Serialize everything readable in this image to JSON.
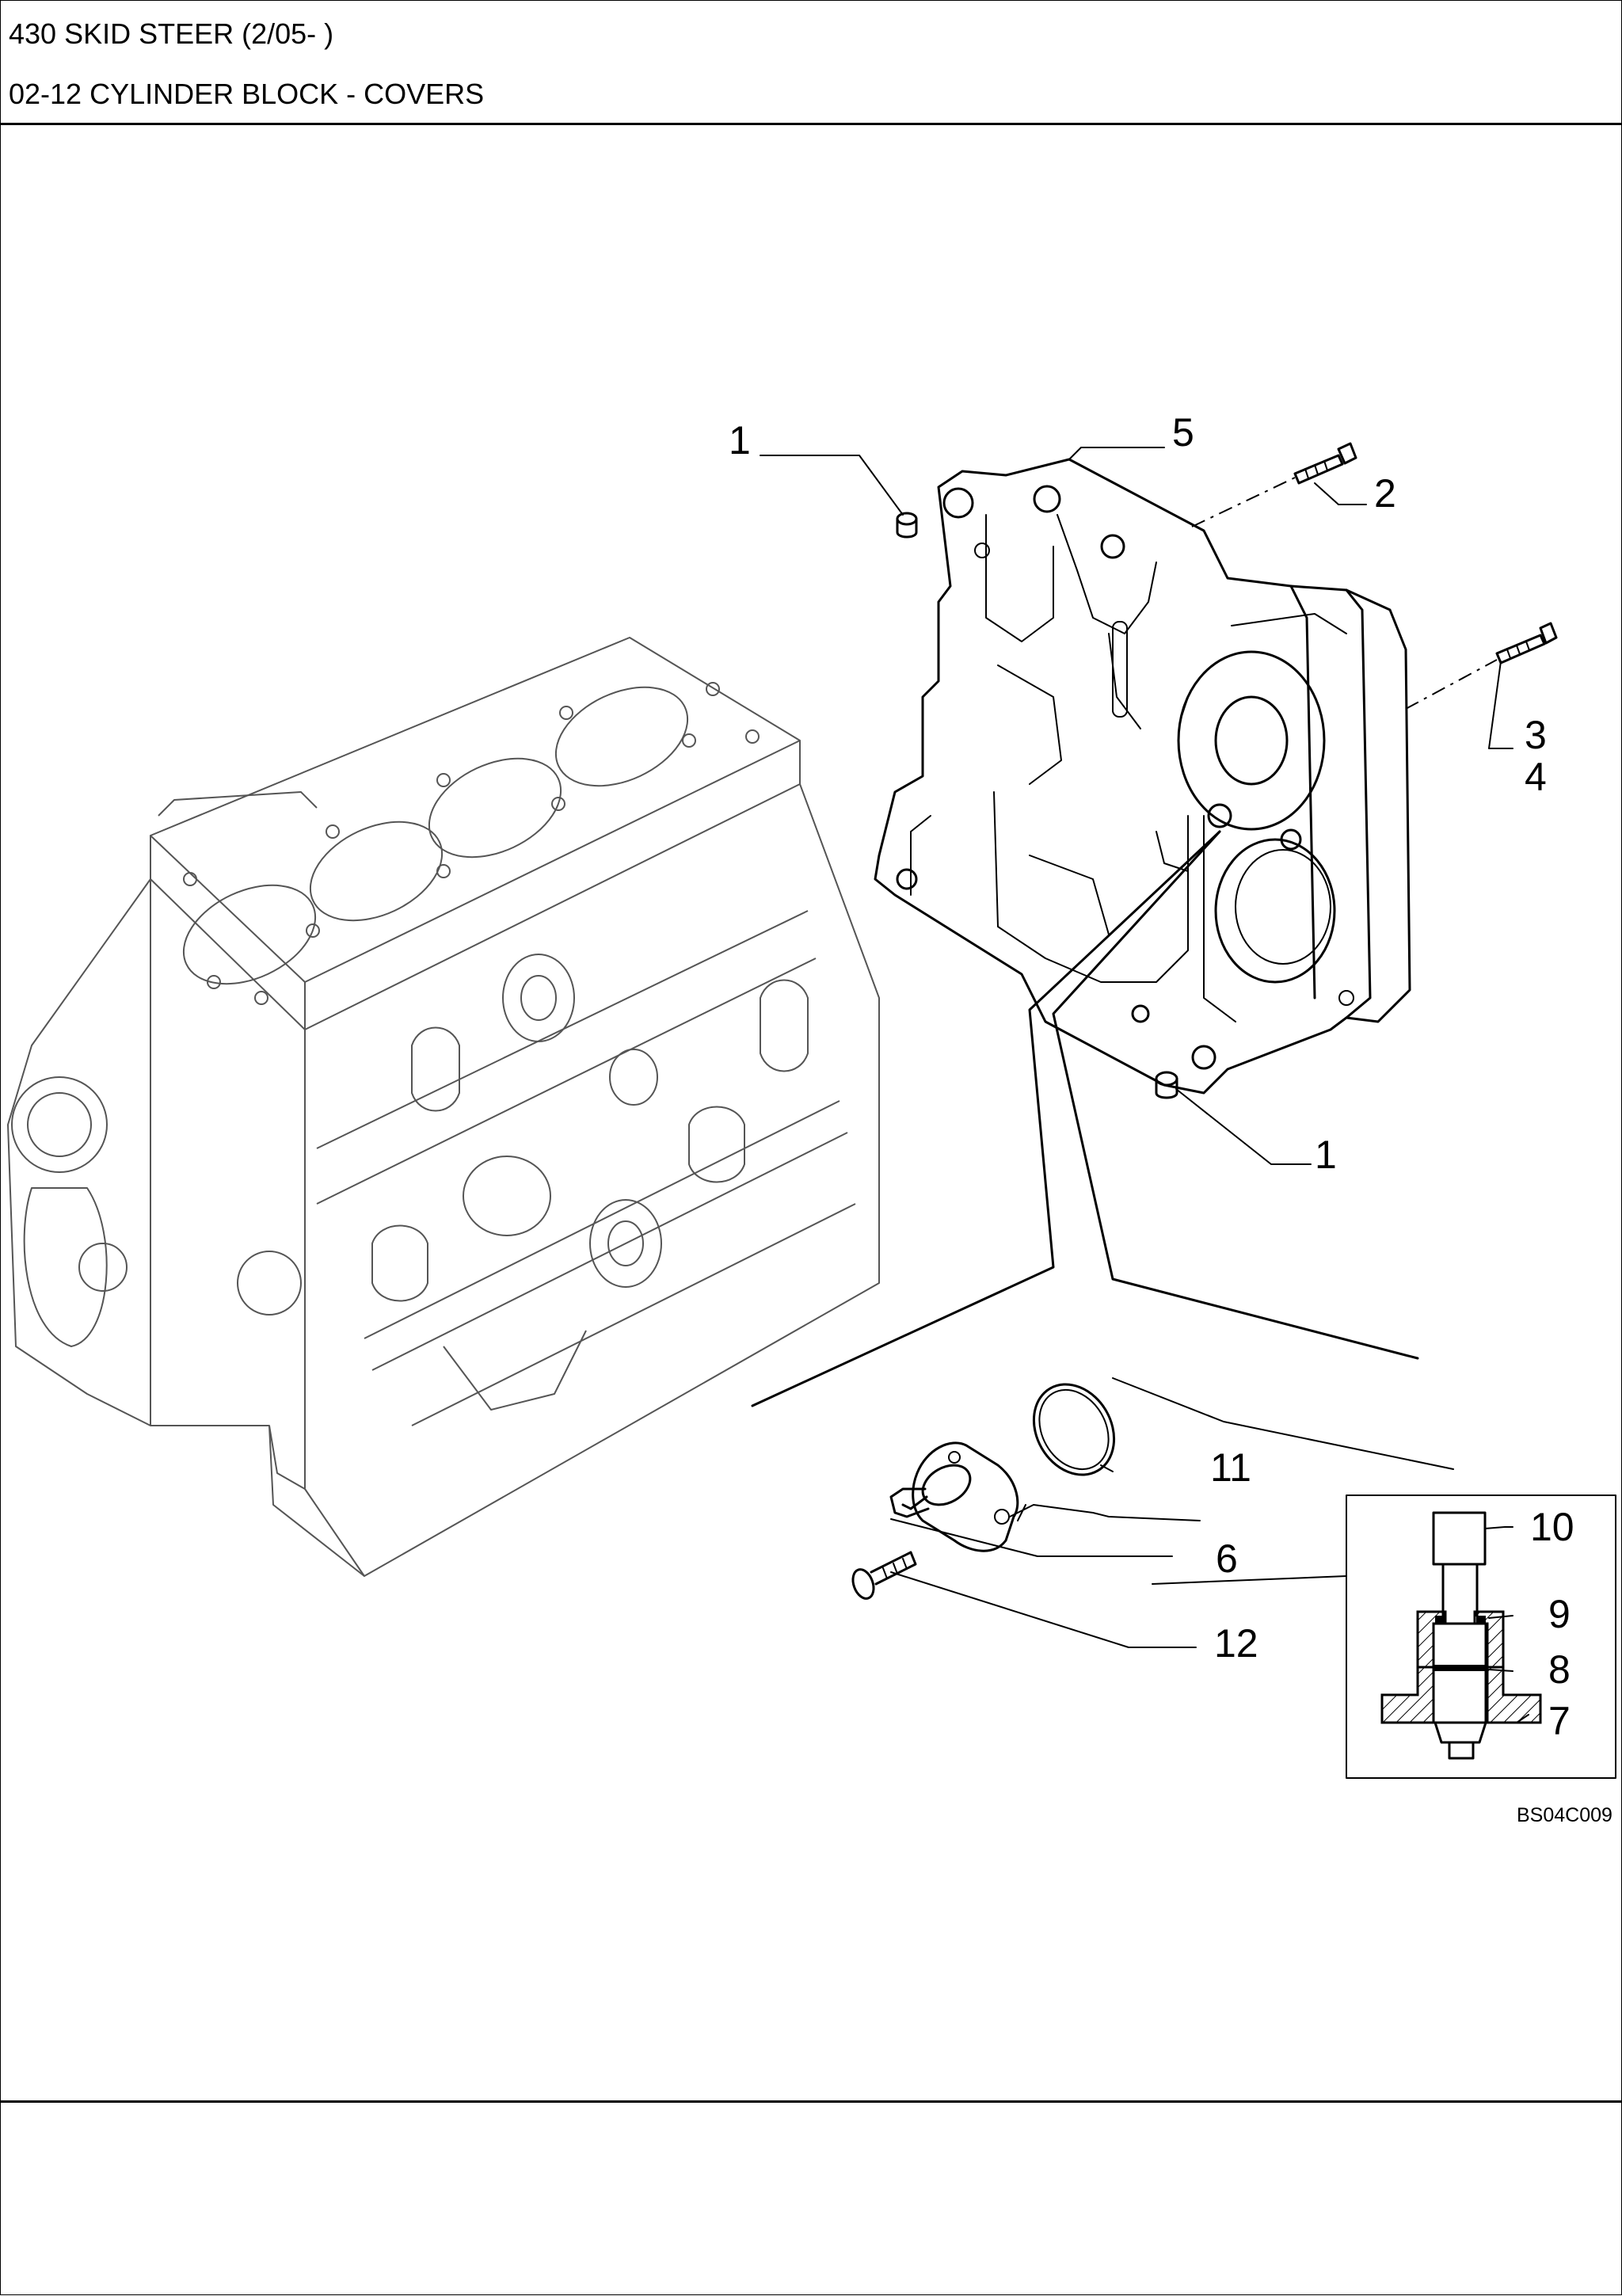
{
  "header": {
    "model": "430 SKID STEER (2/05- )",
    "section": "02-12 CYLINDER BLOCK - COVERS"
  },
  "diagram": {
    "callouts": {
      "c1a": "1",
      "c1b": "1",
      "c2": "2",
      "c3": "3",
      "c4": "4",
      "c5": "5",
      "c6": "6",
      "c7": "7",
      "c8": "8",
      "c9": "9",
      "c10": "10",
      "c11": "11",
      "c12": "12"
    },
    "figure_code": "BS04C009"
  }
}
